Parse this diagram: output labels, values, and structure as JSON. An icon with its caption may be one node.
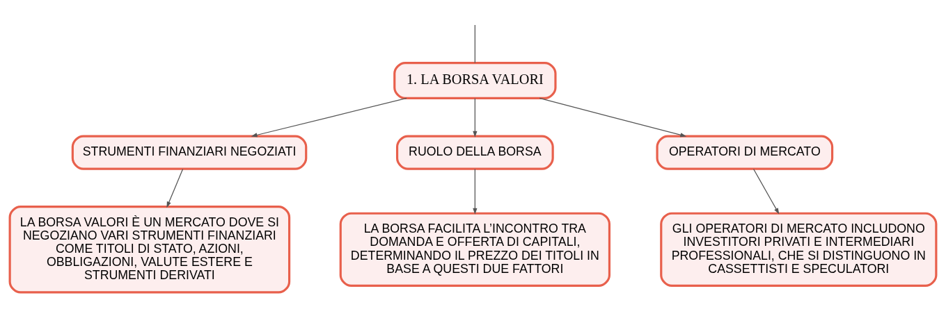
{
  "diagram": {
    "nodes": [
      {
        "text": [
          "1. LA BORSA VALORI"
        ]
      },
      {
        "text": [
          "STRUMENTI FINANZIARI NEGOZIATI"
        ]
      },
      {
        "text": [
          "RUOLO DELLA BORSA"
        ]
      },
      {
        "text": [
          "OPERATORI DI MERCATO"
        ]
      },
      {
        "text": [
          "LA BORSA VALORI È UN MERCATO DOVE SI NEGOZIANO VARI STRUMENTI FINANZIARI COME TITOLI DI STATO, AZIONI, OBBLIGAZIONI, VALUTE ESTERE E STRUMENTI DERIVATI"
        ]
      },
      {
        "text": [
          "LA BORSA FACILITA L’INCONTRO TRA DOMANDA E OFFERTA DI CAPITALI, DETERMINANDO IL PREZZO DEI TITOLI IN BASE A QUESTI DUE FATTORI"
        ]
      },
      {
        "text": [
          "GLI OPERATORI DI MERCATO INCLUDONO INVESTITORI PRIVATI E INTERMEDIARI PROFESSIONALI, CHE SI DISTINGUONO IN CASSETTISTI E SPECULATORI"
        ]
      }
    ],
    "edges": [
      {
        "from": null,
        "to": 0,
        "arrow": "none"
      },
      {
        "from": 0,
        "to": 1,
        "arrow": "to"
      },
      {
        "from": 0,
        "to": 2,
        "arrow": "to"
      },
      {
        "from": 0,
        "to": 3,
        "arrow": "to"
      },
      {
        "from": 1,
        "to": 4,
        "arrow": "to"
      },
      {
        "from": 2,
        "to": 5,
        "arrow": "to"
      },
      {
        "from": 3,
        "to": 6,
        "arrow": "to"
      }
    ]
  }
}
